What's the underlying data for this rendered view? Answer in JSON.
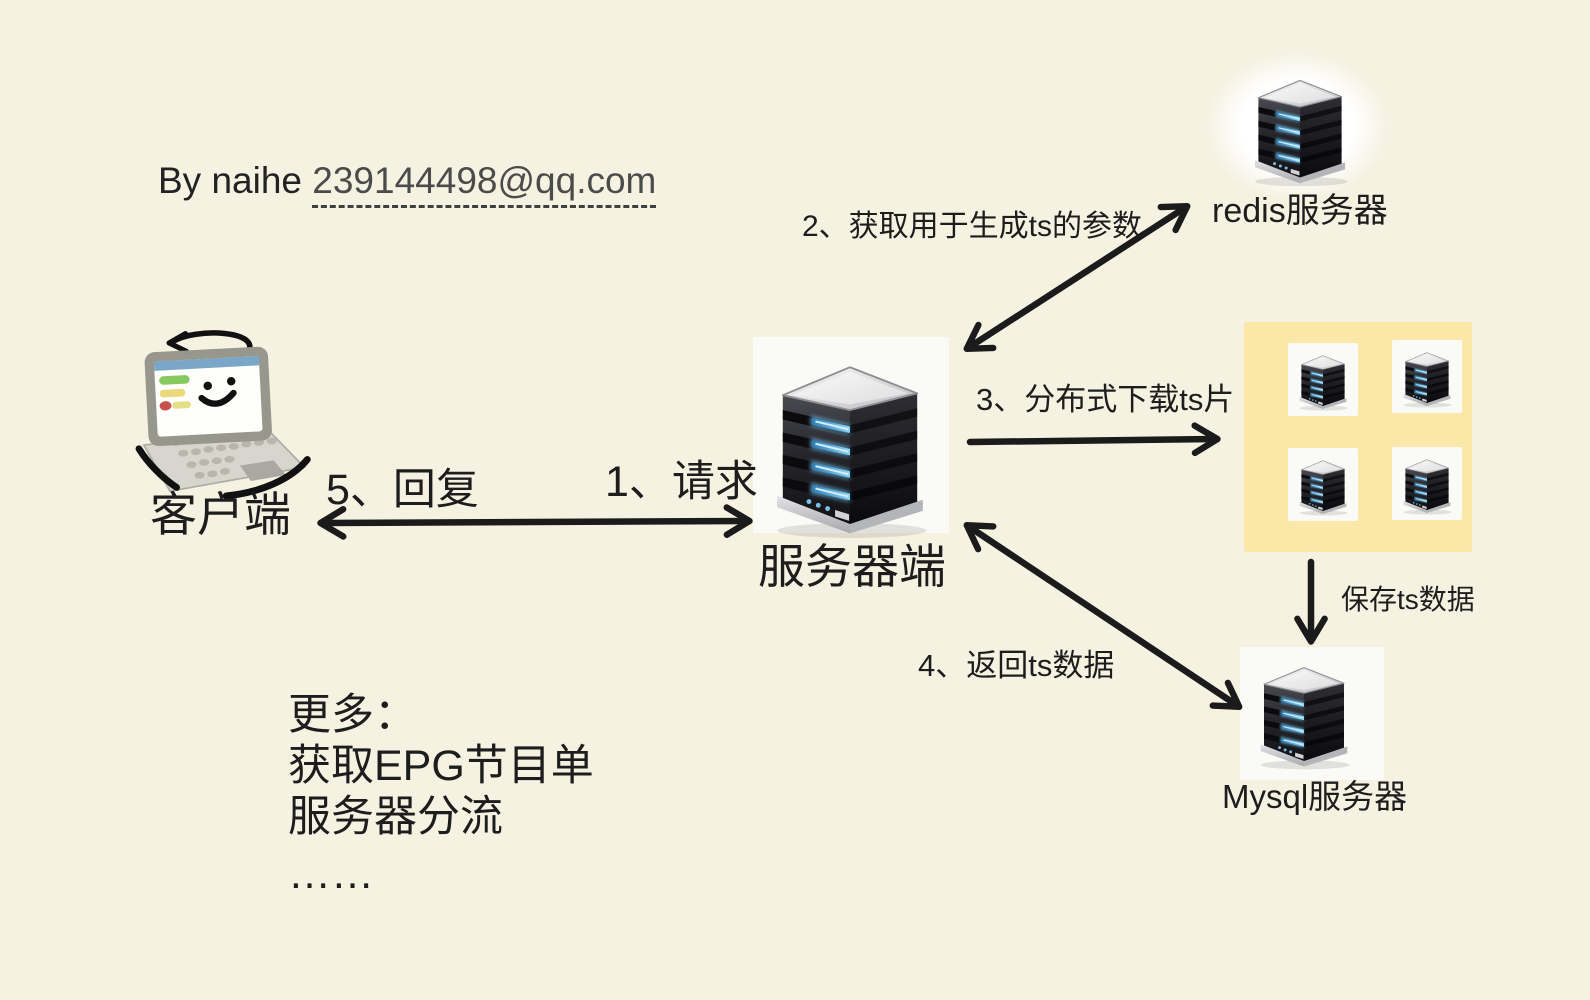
{
  "colors": {
    "bg": "#f6f2e2",
    "panel": "#fafaf6",
    "highlight": "#fbe8a8",
    "ink": "#1d1d1d",
    "led": "#5bb4e5",
    "arrow": "#1b1b1b"
  },
  "credit": {
    "prefix": "By naihe ",
    "email": "239144498@qq.com"
  },
  "nodes": {
    "client": {
      "label": "客户端",
      "icon": "laptop-smiley-icon"
    },
    "server": {
      "label": "服务器端",
      "icon": "server-tower-icon"
    },
    "redis": {
      "label": "redis服务器",
      "icon": "server-tower-icon"
    },
    "cluster": {
      "icon": "server-tower-icon",
      "count": 4
    },
    "mysql": {
      "label": "Mysql服务器",
      "icon": "server-tower-icon"
    }
  },
  "arrows": {
    "request": {
      "label": "1、请求",
      "from": "client",
      "to": "server"
    },
    "reply": {
      "label": "5、回复",
      "from": "server",
      "to": "client"
    },
    "redis_params": {
      "label": "2、获取用于生成ts的参数",
      "from": "server",
      "to": "redis",
      "bidirectional": true
    },
    "distributed_download": {
      "label": "3、分布式下载ts片",
      "from": "server",
      "to": "cluster"
    },
    "save_ts": {
      "label": "保存ts数据",
      "from": "cluster",
      "to": "mysql"
    },
    "return_ts": {
      "label": "4、返回ts数据",
      "from": "mysql",
      "to": "server",
      "bidirectional": true
    }
  },
  "notes": {
    "more": [
      "更多：",
      "获取EPG节目单",
      "服务器分流",
      "……"
    ]
  }
}
